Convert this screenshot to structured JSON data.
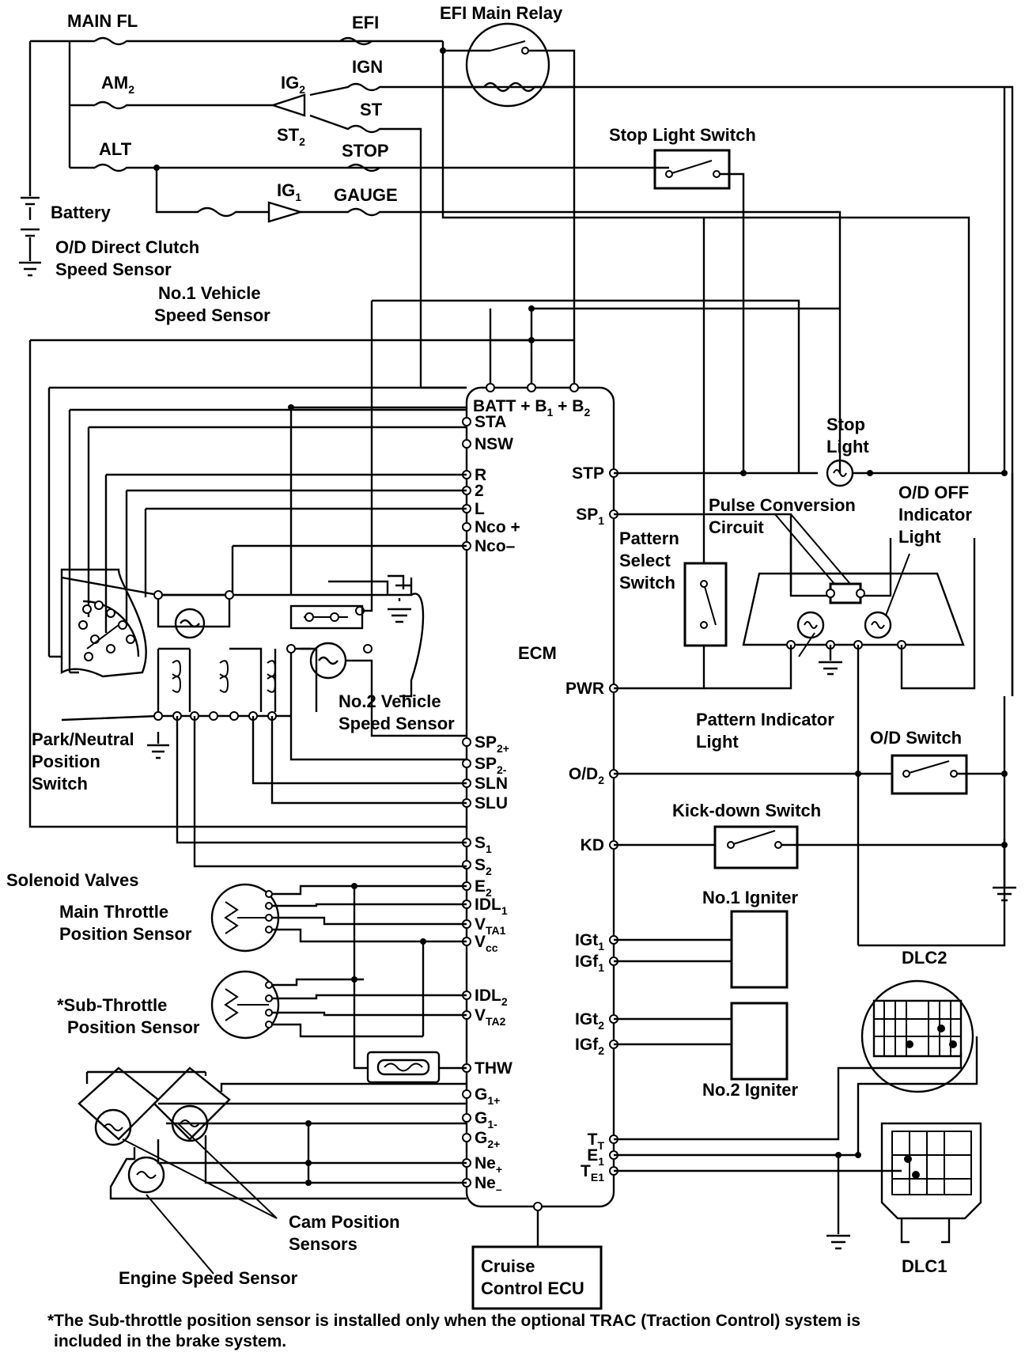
{
  "labels": {
    "main_fl": "MAIN FL",
    "efi": "EFI",
    "efi_main_relay": "EFI Main Relay",
    "am2": "AM",
    "am2_sub": "2",
    "ig2": "IG",
    "ig2_sub": "2",
    "ign": "IGN",
    "st": "ST",
    "st2": "ST",
    "st2_sub": "2",
    "alt": "ALT",
    "stop": "STOP",
    "ig1": "IG",
    "ig1_sub": "1",
    "gauge": "GAUGE",
    "battery": "Battery",
    "stop_light_switch": "Stop Light Switch",
    "od_clutch_1": "O/D Direct Clutch",
    "od_clutch_2": "Speed Sensor",
    "vss1_1": "No.1 Vehicle",
    "vss1_2": "Speed Sensor",
    "vss2_1": "No.2 Vehicle",
    "vss2_2": "Speed Sensor",
    "pnp_1": "Park/Neutral",
    "pnp_2": "Position",
    "pnp_3": "Switch",
    "solenoid": "Solenoid Valves",
    "main_tps_1": "Main Throttle",
    "main_tps_2": "Position Sensor",
    "sub_tps_1": "*Sub-Throttle",
    "sub_tps_2": "Position Sensor",
    "cam_1": "Cam Position",
    "cam_2": "Sensors",
    "engine_speed": "Engine Speed Sensor",
    "cruise_1": "Cruise",
    "cruise_2": "Control ECU",
    "ecm": "ECM",
    "stop_light_1": "Stop",
    "stop_light_2": "Light",
    "pulse_1": "Pulse Conversion",
    "pulse_2": "Circuit",
    "od_off_1": "O/D OFF",
    "od_off_2": "Indicator",
    "od_off_3": "Light",
    "pattern_1": "Pattern",
    "pattern_2": "Select",
    "pattern_3": "Switch",
    "pattern_ind_1": "Pattern Indicator",
    "pattern_ind_2": "Light",
    "od_switch": "O/D Switch",
    "kickdown": "Kick-down Switch",
    "igniter1": "No.1 Igniter",
    "igniter2": "No.2 Igniter",
    "dlc2": "DLC2",
    "dlc1": "DLC1"
  },
  "ecm_pins": {
    "batt": "BATT + B",
    "b1_sub": "1",
    "b2_plus": " + B",
    "b2_sub": "2",
    "sta": "STA",
    "nsw": "NSW",
    "r": "R",
    "two": "2",
    "l": "L",
    "nco_p": "Nco +",
    "nco_m": "Nco–",
    "sp2p": "SP",
    "sp2p_sub": "2+",
    "sp2m": "SP",
    "sp2m_sub": "2-",
    "sln": "SLN",
    "slu": "SLU",
    "s1": "S",
    "s1_sub": "1",
    "s2": "S",
    "s2_sub": "2",
    "e2": "E",
    "e2_sub": "2",
    "idl1": "IDL",
    "idl1_sub": "1",
    "vta1": "V",
    "vta1_sub": "TA1",
    "vcc": "V",
    "vcc_sub": "cc",
    "idl2": "IDL",
    "idl2_sub": "2",
    "vta2": "V",
    "vta2_sub": "TA2",
    "thw": "THW",
    "g1p": "G",
    "g1p_sub": "1+",
    "g1m": "G",
    "g1m_sub": "1-",
    "g2p": "G",
    "g2p_sub": "2+",
    "nep": "Ne",
    "nep_sub": "+",
    "nem": "Ne",
    "nem_sub": "–",
    "stp": "STP",
    "sp1": "SP",
    "sp1_sub": "1",
    "pwr": "PWR",
    "od2": "O/D",
    "od2_sub": "2",
    "kd": "KD",
    "igt1": "IGt",
    "igt1_sub": "1",
    "igf1": "IGf",
    "igf1_sub": "1",
    "igt2": "IGt",
    "igt2_sub": "2",
    "igf2": "IGf",
    "igf2_sub": "2",
    "tt": "T",
    "tt_sub": "T",
    "e1": "E",
    "e1_sub": "1",
    "te1": "T",
    "te1_sub": "E1"
  },
  "footnote": {
    "line1": "*The Sub-throttle position sensor is installed only when the optional TRAC (Traction Control) system is",
    "line2": "included in the brake system."
  }
}
